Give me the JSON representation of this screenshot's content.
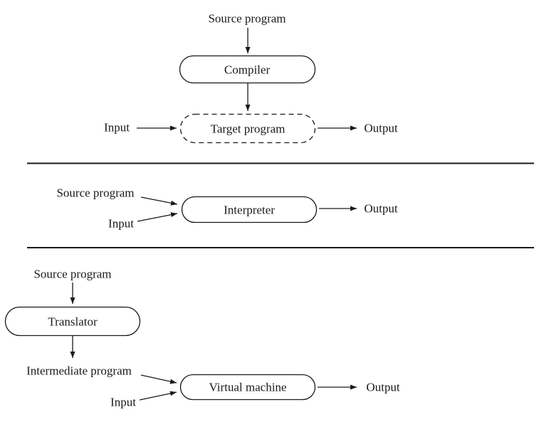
{
  "colors": {
    "ink": "#1a1a1a",
    "background": "#ffffff"
  },
  "sections": {
    "compiler": {
      "source_label": "Source program",
      "compiler_box": "Compiler",
      "target_box": "Target program",
      "input_label": "Input",
      "output_label": "Output"
    },
    "interpreter": {
      "source_label": "Source program",
      "input_label": "Input",
      "interpreter_box": "Interpreter",
      "output_label": "Output"
    },
    "translator": {
      "source_label": "Source program",
      "translator_box": "Translator",
      "intermediate_label": "Intermediate program",
      "input_label": "Input",
      "vm_box": "Virtual machine",
      "output_label": "Output"
    }
  }
}
